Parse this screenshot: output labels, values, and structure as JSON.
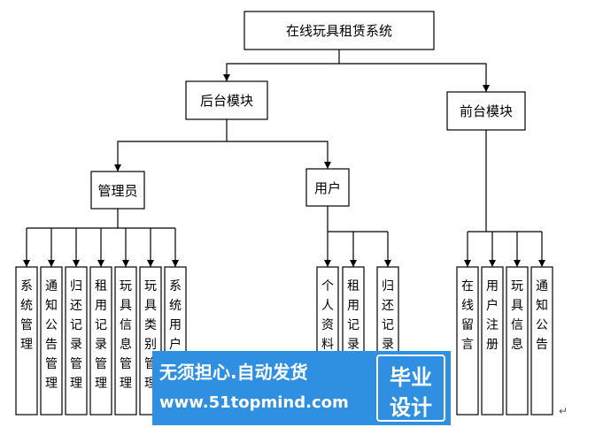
{
  "diagram": {
    "root": "在线玩具租赁系统",
    "backend": "后台模块",
    "frontend": "前台模块",
    "admin": "管理员",
    "user": "用户",
    "admin_modules": [
      "系统管理",
      "通知公告管理",
      "归还记录管理",
      "租用记录管理",
      "玩具信息管理",
      "玩具类别管理",
      "系统用户管理"
    ],
    "user_modules": [
      "个人资料管理",
      "租用记录管理",
      "归还记录管理"
    ],
    "frontend_modules": [
      "在线留言",
      "用户注册",
      "玩具信息",
      "通知公告"
    ],
    "paragraph_mark": "↵"
  },
  "watermark": {
    "slogan": "无须担心.自动发货",
    "url": "www.51topmind.com",
    "badge_line1": "毕业",
    "badge_line2": "设计"
  }
}
